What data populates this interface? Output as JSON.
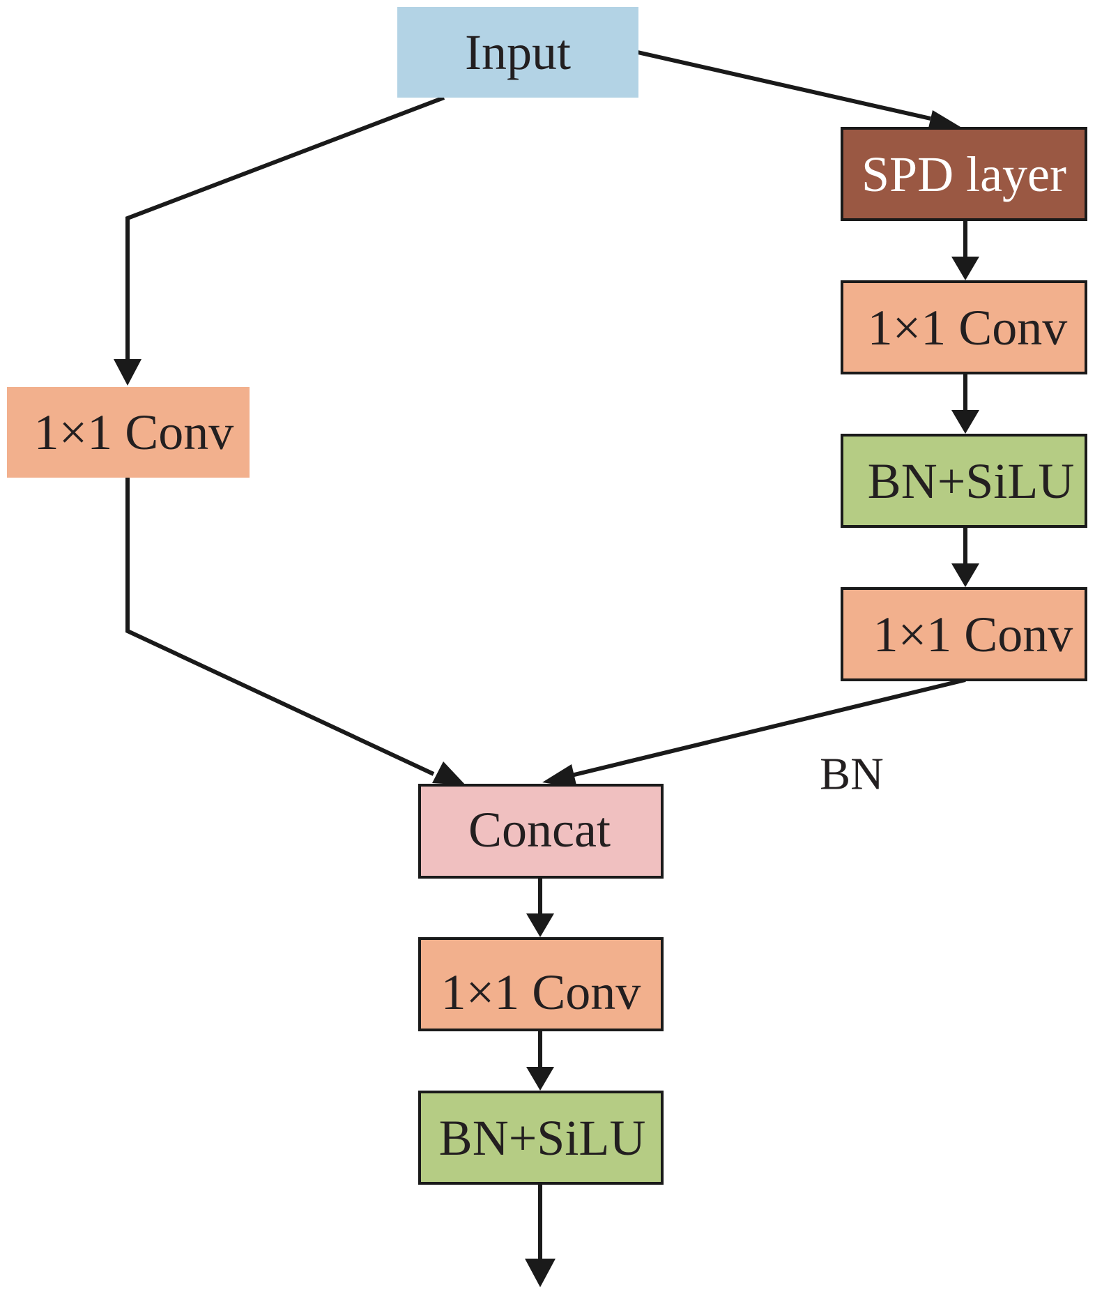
{
  "nodes": {
    "input": {
      "label": "Input",
      "color": "#b3d3e5"
    },
    "spd": {
      "label": "SPD layer",
      "color": "#9a5843"
    },
    "conv_right_1": {
      "label": "1×1 Conv",
      "color": "#f2b08d"
    },
    "bn_silu_right": {
      "label": "BN+SiLU",
      "color": "#b5cc84"
    },
    "conv_right_2": {
      "label": "1×1 Conv",
      "color": "#f2b08d"
    },
    "conv_left": {
      "label": "1×1 Conv",
      "color": "#f2b08d"
    },
    "concat": {
      "label": "Concat",
      "color": "#f0c0c0"
    },
    "conv_bottom": {
      "label": "1×1 Conv",
      "color": "#f2b08d"
    },
    "bn_silu_bottom": {
      "label": "BN+SiLU",
      "color": "#b5cc84"
    }
  },
  "annotations": {
    "bn": "BN"
  },
  "edges": [
    {
      "from": "input",
      "to": "spd"
    },
    {
      "from": "spd",
      "to": "conv_right_1"
    },
    {
      "from": "conv_right_1",
      "to": "bn_silu_right"
    },
    {
      "from": "bn_silu_right",
      "to": "conv_right_2"
    },
    {
      "from": "conv_right_2",
      "to": "concat"
    },
    {
      "from": "input",
      "to": "conv_left"
    },
    {
      "from": "conv_left",
      "to": "concat"
    },
    {
      "from": "concat",
      "to": "conv_bottom"
    },
    {
      "from": "conv_bottom",
      "to": "bn_silu_bottom"
    },
    {
      "from": "bn_silu_bottom",
      "to": "output"
    }
  ],
  "colors": {
    "stroke": "#1a1a1a",
    "text": "#231f20"
  }
}
